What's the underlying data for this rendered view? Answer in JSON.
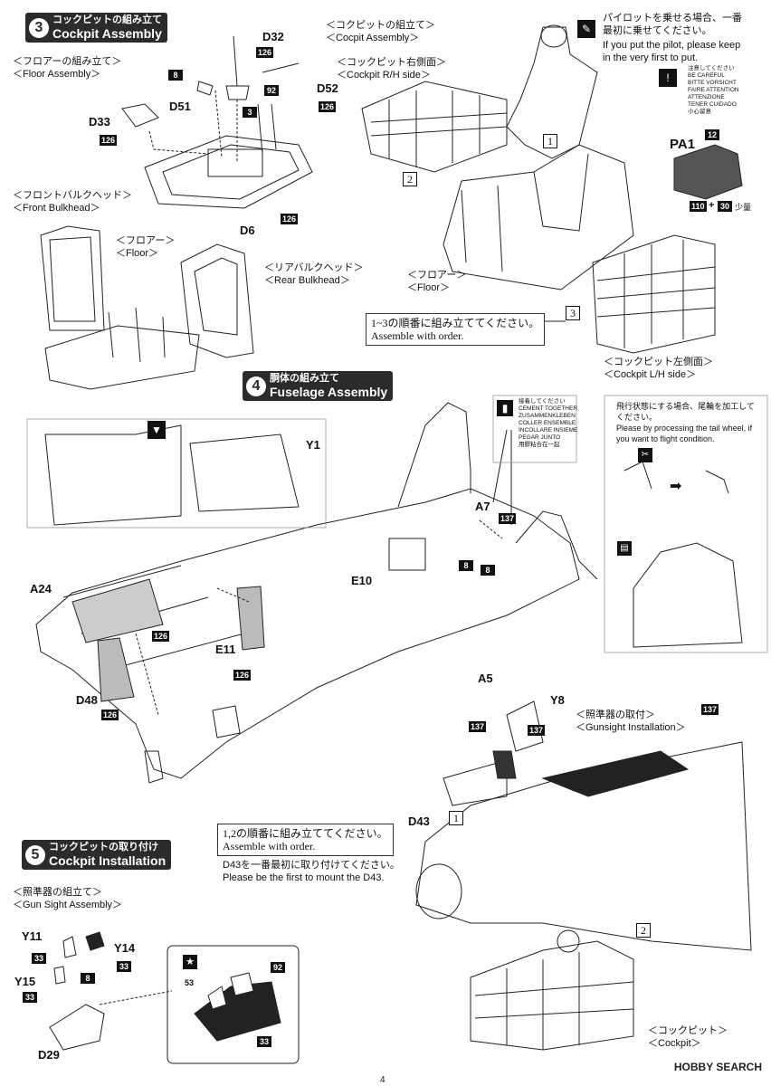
{
  "sections": {
    "cockpit_assembly": {
      "num": "3",
      "jp": "コックピットの組み立て",
      "en": "Cockpit Assembly"
    },
    "fuselage_assembly": {
      "num": "4",
      "jp": "胴体の組み立て",
      "en": "Fuselage Assembly"
    },
    "cockpit_installation": {
      "num": "5",
      "jp": "コックピットの取り付け",
      "en": "Cockpit Installation"
    }
  },
  "labels": {
    "floor_assembly_jp": "＜フロアーの組み立て＞",
    "floor_assembly_en": "＜Floor Assembly＞",
    "front_bulkhead_jp": "＜フロントバルクヘッド＞",
    "front_bulkhead_en": "＜Front Bulkhead＞",
    "floor_jp": "＜フロアー＞",
    "floor_en": "＜Floor＞",
    "rear_bulkhead_jp": "＜リアバルクヘッド＞",
    "rear_bulkhead_en": "＜Rear Bulkhead＞",
    "cocpit_assembly_jp": "＜コクピットの組立て＞",
    "cocpit_assembly_en": "＜Cocpit Assembly＞",
    "cockpit_rh_jp": "＜コックピット右側面＞",
    "cockpit_rh_en": "＜Cockpit R/H side＞",
    "floor2_jp": "＜フロアー＞",
    "floor2_en": "＜Floor＞",
    "cockpit_lh_jp": "＜コックピット左側面＞",
    "cockpit_lh_en": "＜Cockpit L/H side＞",
    "gunsight_inst_jp": "＜照準器の取付＞",
    "gunsight_inst_en": "＜Gunsight Installation＞",
    "gunsight_asm_jp": "＜照準器の組立て＞",
    "gunsight_asm_en": "＜Gun Sight Assembly＞",
    "cockpit_jp": "＜コックピット＞",
    "cockpit_en": "＜Cockpit＞"
  },
  "notes": {
    "pilot_jp1": "パイロットを乗せる場合、一番",
    "pilot_jp2": "最初に乗せてください。",
    "pilot_en1": "If you put the pilot, please keep",
    "pilot_en2": "in the very first to put.",
    "order13_jp": "1~3の順番に組み立ててください。",
    "order13_en": "Assemble with order.",
    "order12_jp": "1,2の順番に組み立ててください。",
    "order12_en": "Assemble with order.",
    "d43_jp": "D43を一番最初に取り付けてください。",
    "d43_en": "Please be the first to mount the D43.",
    "tail_jp": "飛行状態にする場合、尾輪を加工して",
    "tail_jp2": "ください。",
    "tail_en1": "Please by processing the tail wheel, if",
    "tail_en2": "you want to flight condition.",
    "careful": [
      "注意してください",
      "BE CAREFUL",
      "BITTE VORSICHT",
      "FAIRE ATTENTION",
      "ATTENZIONE",
      "TENER CUIDADO",
      "小心留意"
    ],
    "cement": [
      "接着してください",
      "CEMENT TOGETHER",
      "ZUSAMMENKLEBEN",
      "COLLER ENSEMBLE",
      "INCOLLARE INSIEME",
      "PEGAR JUNTO",
      "用膠粘合在一起"
    ],
    "paint_mix": "+",
    "paint_qty": "少量"
  },
  "parts": {
    "d32": "D32",
    "d52": "D52",
    "d51": "D51",
    "d33": "D33",
    "d6": "D6",
    "pa1": "PA1",
    "y1": "Y1",
    "a7": "A7",
    "e10": "E10",
    "a24": "A24",
    "e11": "E11",
    "a5": "A5",
    "d48": "D48",
    "y8": "Y8",
    "d43": "D43",
    "y11": "Y11",
    "y14": "Y14",
    "y15": "Y15",
    "d29": "D29"
  },
  "colors": {
    "c126": "126",
    "c8": "8",
    "c92": "92",
    "c3": "3",
    "c12": "12",
    "c110": "110",
    "c30": "30",
    "c137": "137",
    "c33": "33",
    "c53": "53"
  },
  "step_nums": {
    "one": "1",
    "two": "2",
    "three": "3"
  },
  "icons": {
    "star": "★"
  },
  "footer": {
    "page": "4",
    "brand": "HOBBY SEARCH"
  }
}
